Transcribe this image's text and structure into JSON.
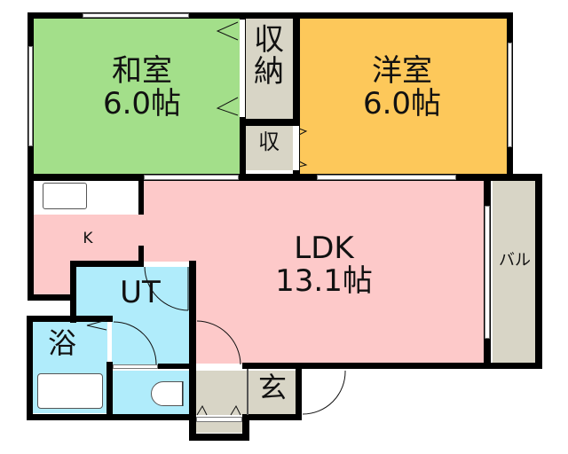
{
  "floor_plan": {
    "rooms": [
      {
        "id": "washitsu",
        "name": "和室",
        "size": "6.0帖",
        "color": "#a3df8a"
      },
      {
        "id": "youshitsu",
        "name": "洋室",
        "size": "6.0帖",
        "color": "#fdc85a"
      },
      {
        "id": "shuno",
        "name_line1": "収",
        "name_line2": "納",
        "color": "#d8d5c6"
      },
      {
        "id": "shu_small",
        "name": "収",
        "color": "#d8d5c6"
      },
      {
        "id": "ldk",
        "name": "LDK",
        "size": "13.1帖",
        "color": "#fdc9c9"
      },
      {
        "id": "kitchen",
        "name": "K",
        "color": "#fdc9c9"
      },
      {
        "id": "ut",
        "name": "UT",
        "color": "#b0ecfb"
      },
      {
        "id": "bath",
        "name": "浴",
        "color": "#b0ecfb"
      },
      {
        "id": "toilet",
        "color": "#b0ecfb"
      },
      {
        "id": "genkan",
        "name": "玄",
        "color": "#d8d5c6"
      },
      {
        "id": "balcony",
        "name": "バル",
        "color": "#d8d5c6"
      }
    ],
    "colors": {
      "wall": "#000000",
      "background": "#ffffff"
    }
  }
}
